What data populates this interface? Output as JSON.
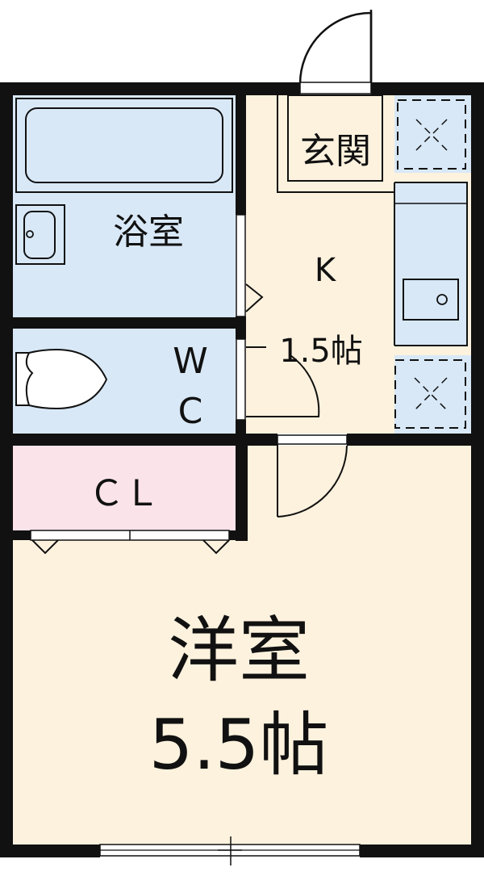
{
  "colors": {
    "wall": "#111111",
    "bath_fill": "#d8e8f7",
    "wc_fill": "#d8e8f7",
    "kitchen_fill": "#fdf2de",
    "entrance_fill": "#fdf2de",
    "closet_fill": "#fbe3ea",
    "western_fill": "#fdf2de",
    "fixture_stroke": "#111111",
    "fixture_fill": "#ffffff"
  },
  "rooms": {
    "bath": {
      "label": "浴室"
    },
    "entrance": {
      "label": "玄関"
    },
    "kitchen": {
      "label": "K",
      "size": "1.5帖"
    },
    "wc": {
      "label_line1": "W",
      "label_line2": "C"
    },
    "closet": {
      "label": "ＣＬ"
    },
    "western": {
      "label": "洋室",
      "size": "5.5帖"
    }
  },
  "icons": {
    "bathtub": "bathtub-icon",
    "washbasin": "washbasin-icon",
    "toilet": "toilet-icon",
    "kitchen_sink": "kitchen-sink-icon",
    "storage_x": "storage-box-icon",
    "door_swing": "door-swing-icon"
  }
}
